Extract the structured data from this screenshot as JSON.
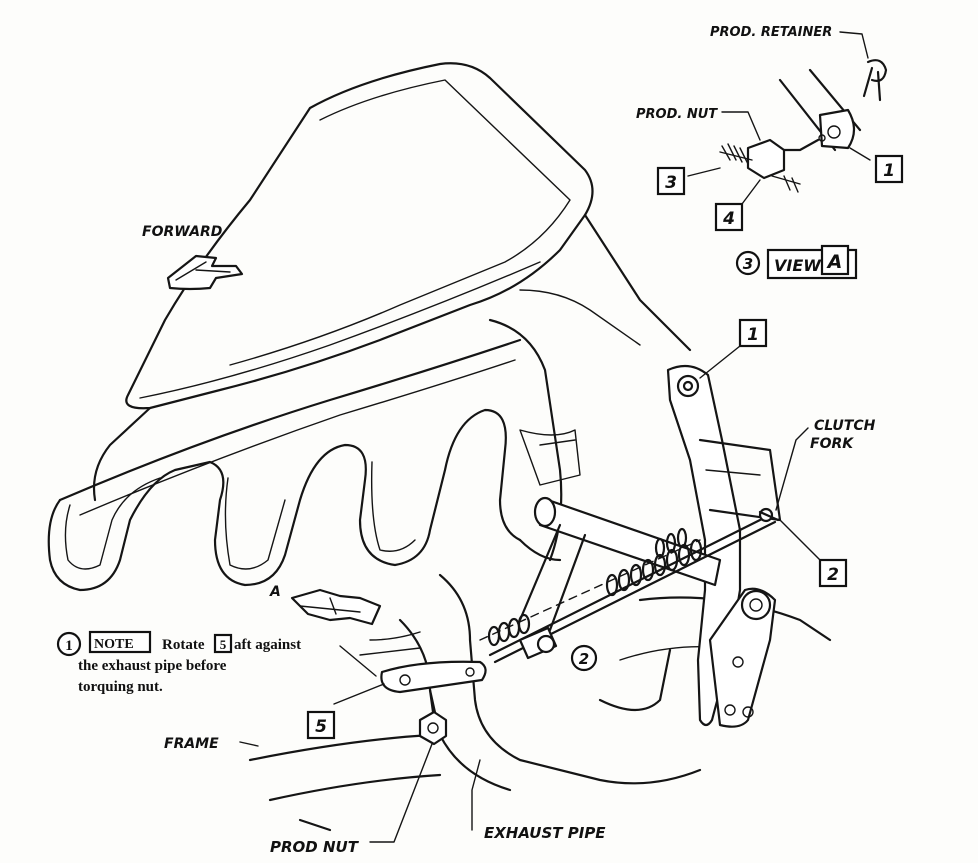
{
  "labels": {
    "prod_retainer": "PROD. RETAINER",
    "prod_nut_top": "PROD. NUT",
    "forward": "FORWARD",
    "clutch": "CLUTCH",
    "fork": "FORK",
    "frame": "FRAME",
    "prod_nut_bottom": "PROD NUT",
    "exhaust_pipe": "EXHAUST PIPE",
    "arrow_a": "A"
  },
  "view": {
    "number": "3",
    "word": "VIEW",
    "letter": "A"
  },
  "note": {
    "number": "1",
    "tag": "NOTE",
    "line1_pre": "Rotate",
    "line1_ref": "5",
    "line1_post": "aft against",
    "line2": "the exhaust pipe before",
    "line3": "torquing nut."
  },
  "callouts": {
    "c1_top": "1",
    "c3": "3",
    "c4": "4",
    "c1_main": "1",
    "c2": "2",
    "c5": "5",
    "circle2": "2"
  }
}
